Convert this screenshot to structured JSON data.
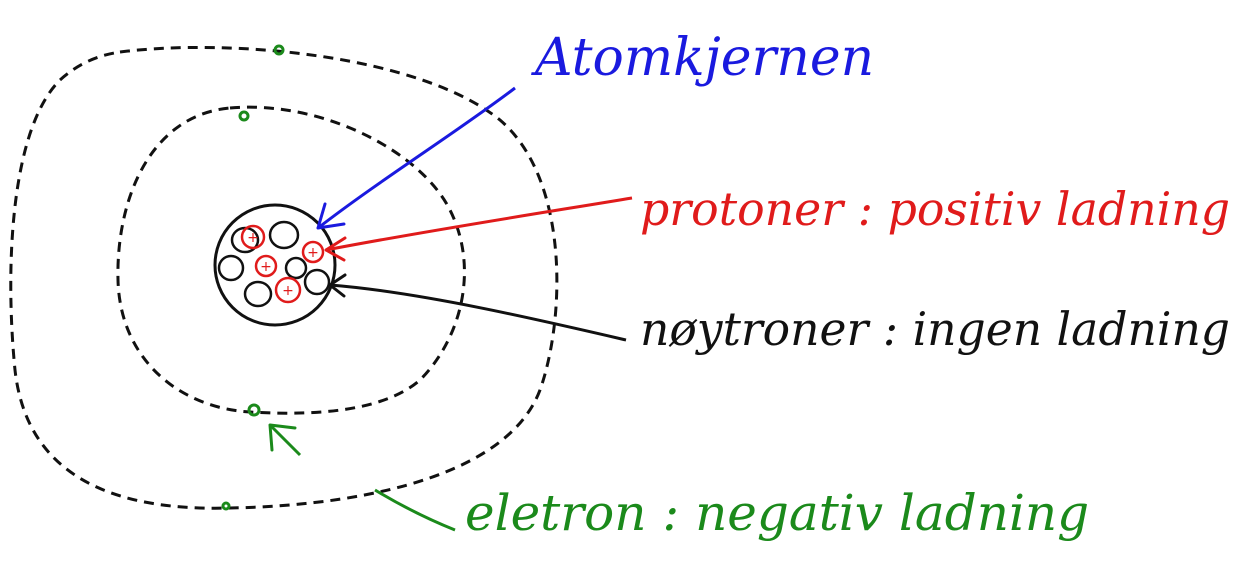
{
  "labels": {
    "nucleus": "Atomkjernen",
    "protons": "protoner : positiv ladning",
    "neutrons": "nøytroner : ingen ladning",
    "electron": "eletron : negativ ladning"
  },
  "colors": {
    "nucleus": "#1a1adf",
    "protons": "#e01b1b",
    "neutrons": "#111111",
    "electron": "#1b8a1b",
    "orbit": "#111111"
  },
  "icons": {
    "proton_symbol": "+"
  }
}
